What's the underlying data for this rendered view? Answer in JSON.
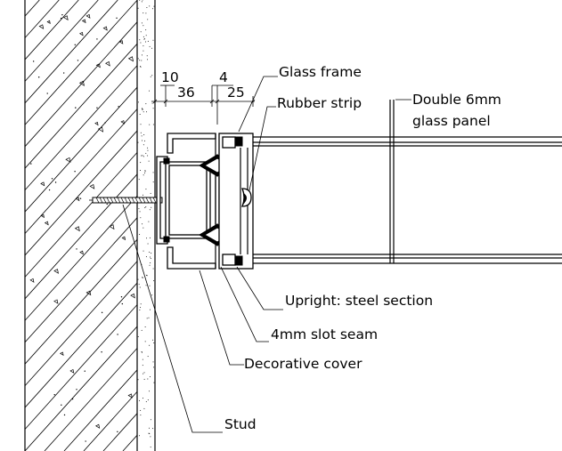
{
  "dimensions": {
    "d1": "10",
    "d2": "36",
    "d3": "4",
    "d4": "25"
  },
  "labels": {
    "glass_frame": "Glass frame",
    "rubber_strip": "Rubber strip",
    "glass_panel_line1": "Double 6mm",
    "glass_panel_line2": "glass panel",
    "upright": "Upright: steel section",
    "slot_seam": "4mm slot seam",
    "decorative_cover": "Decorative cover",
    "stud": "Stud"
  }
}
